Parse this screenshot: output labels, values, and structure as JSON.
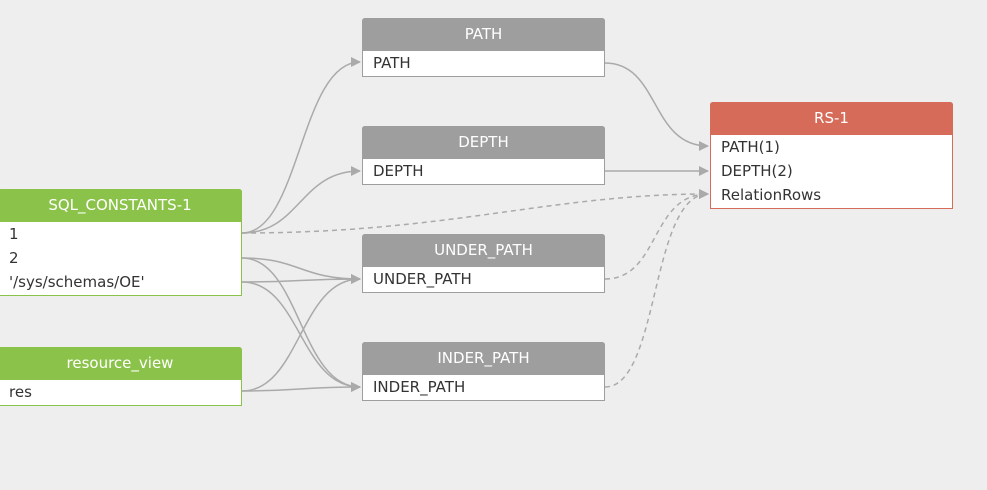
{
  "nodes": {
    "sql_constants": {
      "title": "SQL_CONSTANTS-1",
      "rows": [
        "1",
        "2",
        "'/sys/schemas/OE'"
      ]
    },
    "resource_view": {
      "title": "resource_view",
      "rows": [
        "res"
      ]
    },
    "path": {
      "title": "PATH",
      "rows": [
        "PATH"
      ]
    },
    "depth": {
      "title": "DEPTH",
      "rows": [
        "DEPTH"
      ]
    },
    "under_path": {
      "title": "UNDER_PATH",
      "rows": [
        "UNDER_PATH"
      ]
    },
    "inder_path": {
      "title": "INDER_PATH",
      "rows": [
        "INDER_PATH"
      ]
    },
    "rs": {
      "title": "RS-1",
      "rows": [
        "PATH(1)",
        "DEPTH(2)",
        "RelationRows"
      ]
    }
  },
  "colors": {
    "background": "#eeeeee",
    "edge": "#aaaaaa",
    "source_header": "#8bc34a",
    "intermediate_header": "#9e9e9e",
    "result_header": "#d66b5a"
  }
}
